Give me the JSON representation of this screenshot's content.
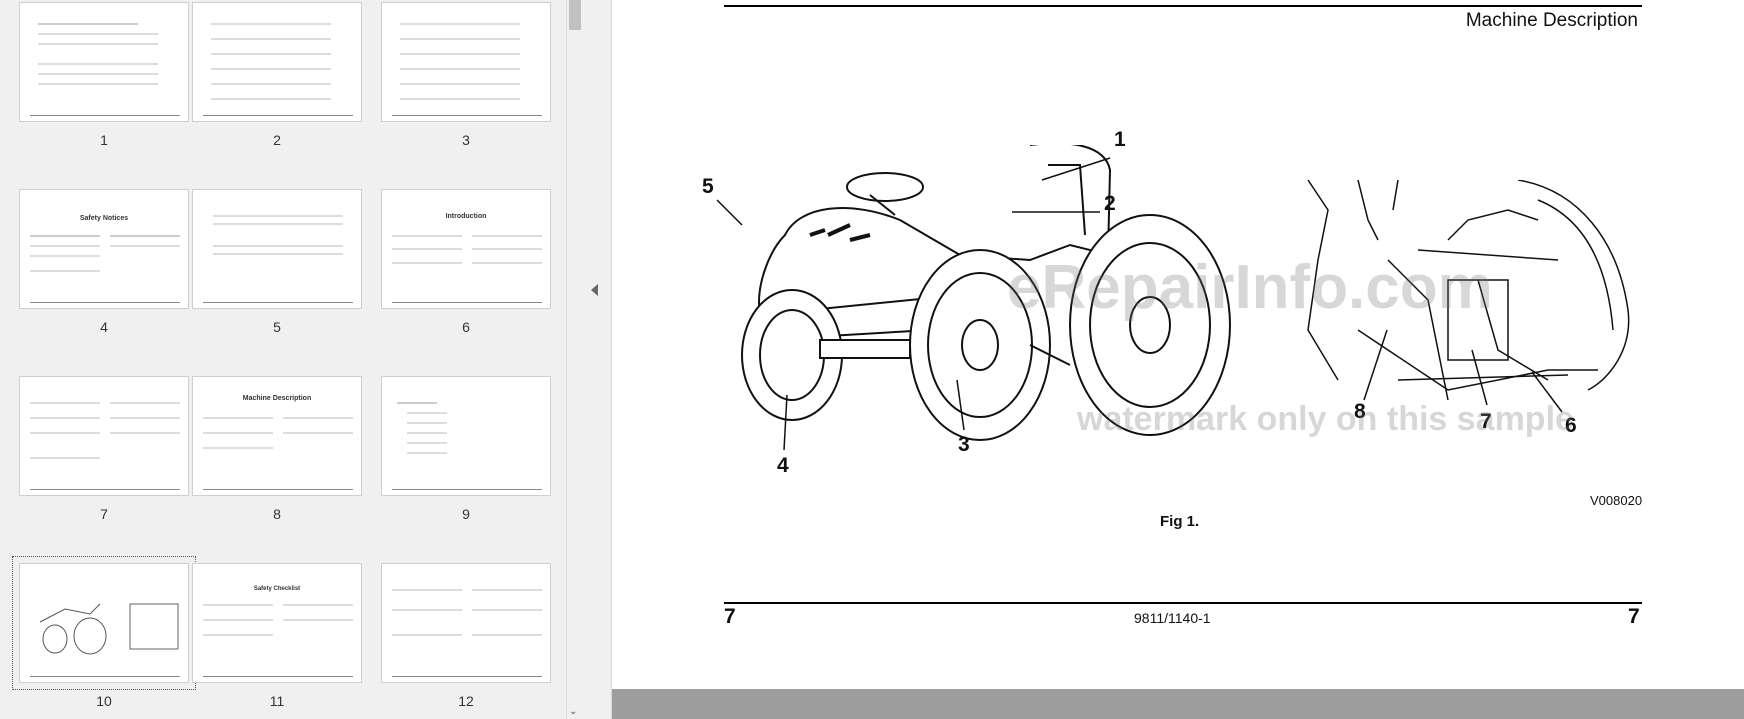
{
  "thumbnails": [
    {
      "num": "1",
      "title": ""
    },
    {
      "num": "2",
      "title": ""
    },
    {
      "num": "3",
      "title": ""
    },
    {
      "num": "4",
      "title": "Safety Notices"
    },
    {
      "num": "5",
      "title": ""
    },
    {
      "num": "6",
      "title": "Introduction"
    },
    {
      "num": "7",
      "title": ""
    },
    {
      "num": "8",
      "title": "Machine Description"
    },
    {
      "num": "9",
      "title": ""
    },
    {
      "num": "10",
      "title": ""
    },
    {
      "num": "11",
      "title": "Safety Checklist"
    },
    {
      "num": "12",
      "title": ""
    }
  ],
  "selected_thumbnail": "10",
  "page": {
    "header": "Machine Description",
    "figure_caption": "Fig 1.",
    "figure_code": "V008020",
    "callouts": [
      "1",
      "2",
      "3",
      "4",
      "5",
      "6",
      "7",
      "8"
    ],
    "footer_left": "7",
    "footer_center": "9811/1140-1",
    "footer_right": "7"
  },
  "watermark": {
    "line1": "eRepairInfo.com",
    "line2": "watermark only on this sample"
  },
  "colors": {
    "bottom_bar": "#9e9e9e",
    "pane_bg": "#f0f0f0"
  }
}
